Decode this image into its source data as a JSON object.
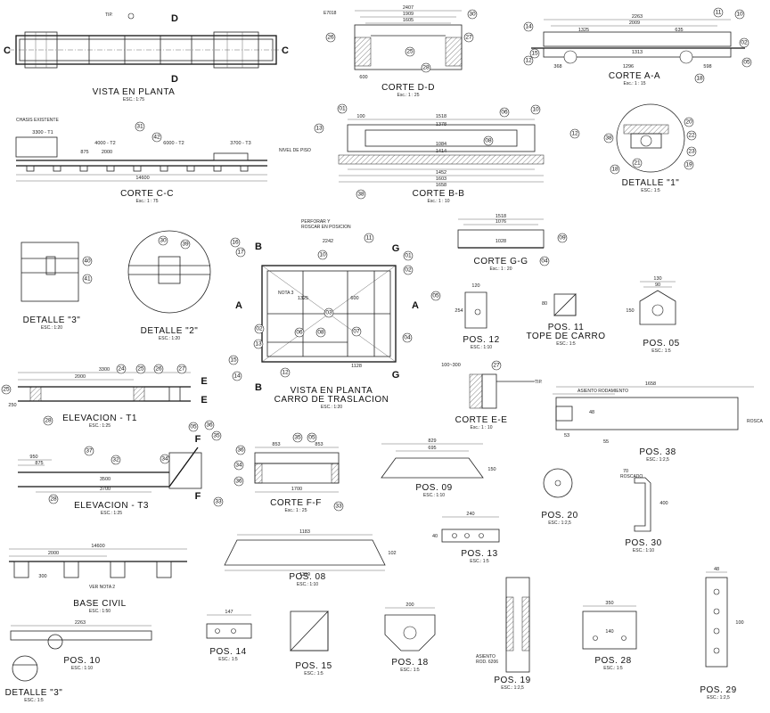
{
  "views": {
    "v_planta": {
      "title": "VISTA EN PLANTA",
      "scale": "ESC.: 1:75"
    },
    "v_dd": {
      "title": "CORTE D-D",
      "scale": "Esc.: 1 : 25"
    },
    "v_aa": {
      "title": "CORTE A-A",
      "scale": "Esc.: 1 : 15"
    },
    "v_cc": {
      "title": "CORTE C-C",
      "scale": "Esc.: 1 : 75"
    },
    "v_bb": {
      "title": "CORTE B-B",
      "scale": "Esc.: 1 : 10"
    },
    "v_det1": {
      "title": "DETALLE \"1\"",
      "scale": "ESC.: 1:5"
    },
    "v_det3a": {
      "title": "DETALLE \"3\"",
      "scale": "ESC.: 1:20"
    },
    "v_det2": {
      "title": "DETALLE \"2\"",
      "scale": "ESC.: 1:20"
    },
    "v_carro": {
      "title": "VISTA EN PLANTA",
      "title2": "CARRO DE TRASLACION",
      "scale": "ESC.: 1:20"
    },
    "v_gg": {
      "title": "CORTE G-G",
      "scale": "Esc.: 1 : 20"
    },
    "v_p12": {
      "title": "POS. 12",
      "scale": "ESC.: 1:10"
    },
    "v_p11": {
      "title": "POS. 11",
      "title2": "TOPE DE CARRO",
      "scale": "ESC.: 1:5"
    },
    "v_p05": {
      "title": "POS. 05",
      "scale": "ESC.: 1:5"
    },
    "v_t1": {
      "title": "ELEVACION - T1",
      "scale": "ESC.: 1:25"
    },
    "v_ee": {
      "title": "CORTE E-E",
      "scale": "Esc.: 1 : 10"
    },
    "v_p38": {
      "title": "POS. 38",
      "scale": "ESC.: 1:2,5"
    },
    "v_t3": {
      "title": "ELEVACION - T3",
      "scale": "ESC.: 1:25"
    },
    "v_ff": {
      "title": "CORTE F-F",
      "scale": "Esc.: 1 : 25"
    },
    "v_p09": {
      "title": "POS. 09",
      "scale": "ESC.: 1:10"
    },
    "v_p20": {
      "title": "POS. 20",
      "scale": "ESC.: 1:2,5"
    },
    "v_p30": {
      "title": "POS. 30",
      "scale": "ESC.: 1:10"
    },
    "v_p13": {
      "title": "POS. 13",
      "scale": "ESC.: 1:5"
    },
    "v_p08": {
      "title": "POS. 08",
      "scale": "ESC.: 1:10"
    },
    "v_base": {
      "title": "BASE CIVIL",
      "scale": "ESC.: 1:50"
    },
    "v_p10": {
      "title": "POS. 10",
      "scale": "ESC.: 1:10"
    },
    "v_det3b": {
      "title": "DETALLE \"3\"",
      "scale": "ESC.: 1:5"
    },
    "v_p14": {
      "title": "POS. 14",
      "scale": "ESC.: 1:5"
    },
    "v_p15": {
      "title": "POS. 15",
      "scale": "ESC.: 1:5"
    },
    "v_p18": {
      "title": "POS. 18",
      "scale": "ESC.: 1:5"
    },
    "v_p19": {
      "title": "POS. 19",
      "scale": "ESC.: 1:2,5"
    },
    "v_p28": {
      "title": "POS. 28",
      "scale": "ESC.: 1:5"
    },
    "v_p29": {
      "title": "POS. 29",
      "scale": "ESC.: 1:2,5"
    }
  },
  "notes": {
    "chasis": "CHASIS EXISTENTE",
    "nivel": "NIVEL DE PISO",
    "perforar": "PERFORAR Y",
    "roscar": "ROSCAR EN POSICION",
    "nota3": "NOTA 3",
    "ver_nota2": "VER NOTA 2",
    "asiento_rod": "ASIENTO RODAMIENTO",
    "asiento_rod2": "ASIENTO",
    "asiento_rod3": "ROD. 6206",
    "roscado": "ROSCADO",
    "rosca": "ROSCA",
    "tip": "TIP.",
    "e7018": "E7018"
  },
  "dims": {
    "d_2407": "2407",
    "d_1909": "1909",
    "d_1605": "1605",
    "d_600": "600",
    "d_2263": "2263",
    "d_2009": "2009",
    "d_1325": "1325",
    "d_635": "635",
    "d_1313": "1313",
    "d_1296": "1296",
    "d_368": "368",
    "d_598": "598",
    "d_3300": "3300 - T1",
    "d_4000": "4000 - T2",
    "d_6000": "6000 - T2",
    "d_3700": "3700 - T3",
    "d_875": "875",
    "d_2000": "2000",
    "d_14600": "14600",
    "d_1518": "1518",
    "d_1378": "1378",
    "d_1084": "1084",
    "d_1414": "1414",
    "d_1452": "1452",
    "d_1603": "1603",
    "d_1658": "1658",
    "d_100": "100",
    "d_2242": "2242",
    "d_1325b": "1325",
    "d_600b": "600",
    "d_1128": "1128",
    "d_1518g": "1518",
    "d_1076": "1076",
    "d_1028": "1028",
    "d_120": "120",
    "d_254": "254",
    "d_80": "80",
    "d_130": "130",
    "d_90": "90",
    "d_150": "150",
    "d_3300t": "3300",
    "d_2000t": "2000",
    "d_250": "250",
    "d_100_300": "100~300",
    "d_1658p": "1658",
    "d_53": "53",
    "d_55": "55",
    "d_48": "48",
    "d_950": "950",
    "d_875t": "875",
    "d_3500": "3500",
    "d_3700t": "3700",
    "d_853": "853",
    "d_1700": "1700",
    "d_829": "829",
    "d_695": "695",
    "d_150b": "150",
    "d_240": "240",
    "d_40": "40",
    "d_1183": "1183",
    "d_1319": "1319",
    "d_102": "102",
    "d_14600b": "14600",
    "d_2000b": "2000",
    "d_300": "300",
    "d_2263b": "2263",
    "d_147": "147",
    "d_200": "200",
    "d_350": "350",
    "d_140": "140",
    "d_100c": "100",
    "d_400": "400",
    "d_70": "70"
  },
  "balloons": [
    "01",
    "02",
    "03",
    "04",
    "05",
    "06",
    "07",
    "08",
    "09",
    "10",
    "11",
    "12",
    "13",
    "14",
    "15",
    "16",
    "17",
    "18",
    "19",
    "20",
    "21",
    "22",
    "23",
    "24",
    "25",
    "26",
    "27",
    "28",
    "29",
    "30",
    "31",
    "32",
    "33",
    "34",
    "35",
    "36",
    "37",
    "38",
    "39",
    "40",
    "41",
    "42"
  ],
  "section_letters": [
    "A",
    "B",
    "C",
    "D",
    "E",
    "F",
    "G"
  ]
}
